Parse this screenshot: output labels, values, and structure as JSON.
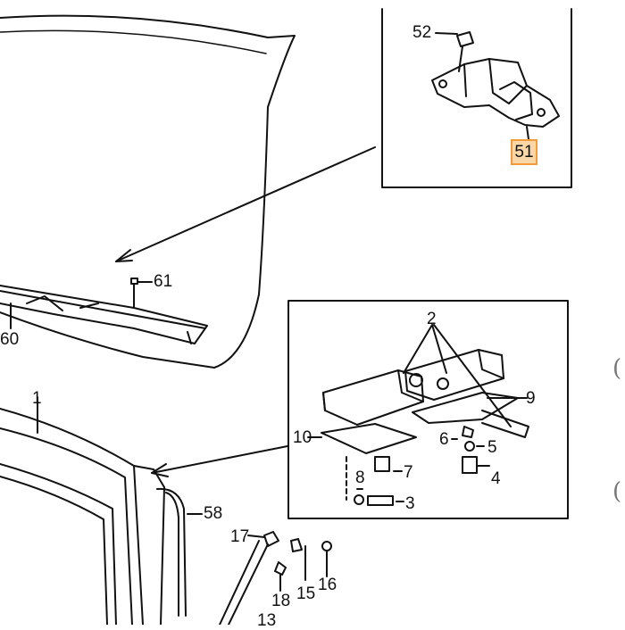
{
  "labels": {
    "p52": "52",
    "p51": "51",
    "p61": "61",
    "p60": "60",
    "p2": "2",
    "p9": "9",
    "p10": "10",
    "p6": "6",
    "p5": "5",
    "p7": "7",
    "p4": "4",
    "p8": "8",
    "p3": "3",
    "p1": "1",
    "p58": "58",
    "p17": "17",
    "p16": "16",
    "p15": "15",
    "p18": "18",
    "p13": "13"
  },
  "highlight": {
    "part": "51",
    "fill": "#fbd6a6",
    "border": "#f59a3a"
  },
  "edge_marks": [
    "(",
    "("
  ]
}
